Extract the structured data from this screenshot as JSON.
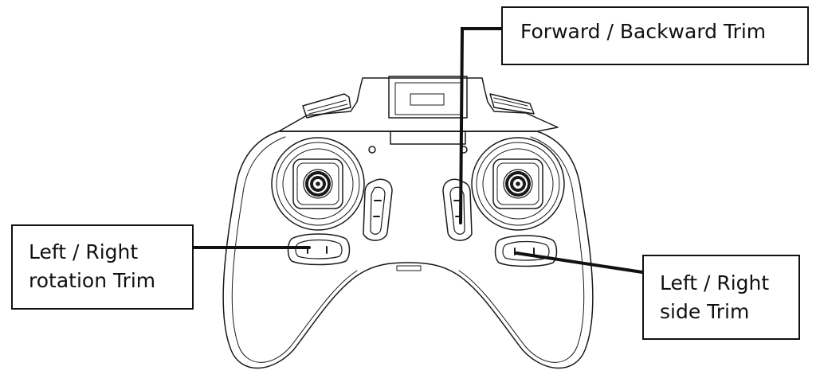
{
  "callouts": {
    "forward_backward": {
      "text": "Forward / Backward Trim"
    },
    "rotation": {
      "line1": "Left / Right",
      "line2": "rotation Trim"
    },
    "side": {
      "line1": "Left / Right",
      "line2": "side Trim"
    }
  },
  "colors": {
    "line": "#111111",
    "background": "#ffffff"
  }
}
